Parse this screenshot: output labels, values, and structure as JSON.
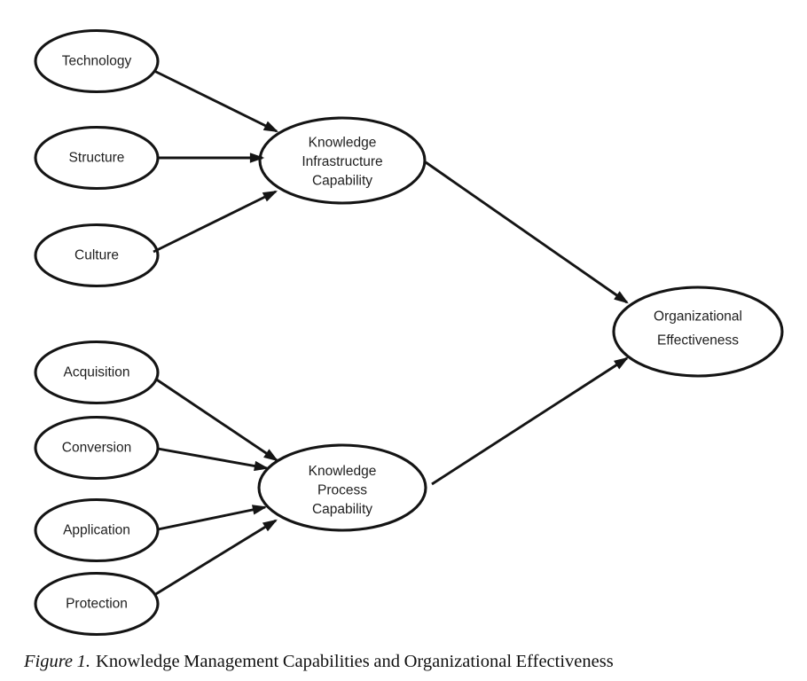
{
  "figure": {
    "caption": {
      "figure_label": "Figure 1.",
      "text": "Knowledge Management Capabilities and Organizational Effectiveness"
    },
    "nodes": {
      "technology": {
        "label": "Technology"
      },
      "structure": {
        "label": "Structure"
      },
      "culture": {
        "label": "Culture"
      },
      "acquisition": {
        "label": "Acquisition"
      },
      "conversion": {
        "label": "Conversion"
      },
      "application": {
        "label": "Application"
      },
      "protection": {
        "label": "Protection"
      },
      "kic": {
        "lines": [
          "Knowledge",
          "Infrastructure",
          "Capability"
        ]
      },
      "kpc": {
        "lines": [
          "Knowledge",
          "Process",
          "Capability"
        ]
      },
      "oe": {
        "lines": [
          "Organizational",
          "Effectiveness"
        ]
      }
    },
    "edges": [
      {
        "from": "Technology",
        "to": "Knowledge Infrastructure Capability"
      },
      {
        "from": "Structure",
        "to": "Knowledge Infrastructure Capability"
      },
      {
        "from": "Culture",
        "to": "Knowledge Infrastructure Capability"
      },
      {
        "from": "Acquisition",
        "to": "Knowledge Process Capability"
      },
      {
        "from": "Conversion",
        "to": "Knowledge Process Capability"
      },
      {
        "from": "Application",
        "to": "Knowledge Process Capability"
      },
      {
        "from": "Protection",
        "to": "Knowledge Process Capability"
      },
      {
        "from": "Knowledge Infrastructure Capability",
        "to": "Organizational Effectiveness"
      },
      {
        "from": "Knowledge Process Capability",
        "to": "Organizational Effectiveness"
      }
    ],
    "colors": {
      "stroke": "#141414",
      "text": "#1f1f1f",
      "background": "#ffffff"
    }
  }
}
